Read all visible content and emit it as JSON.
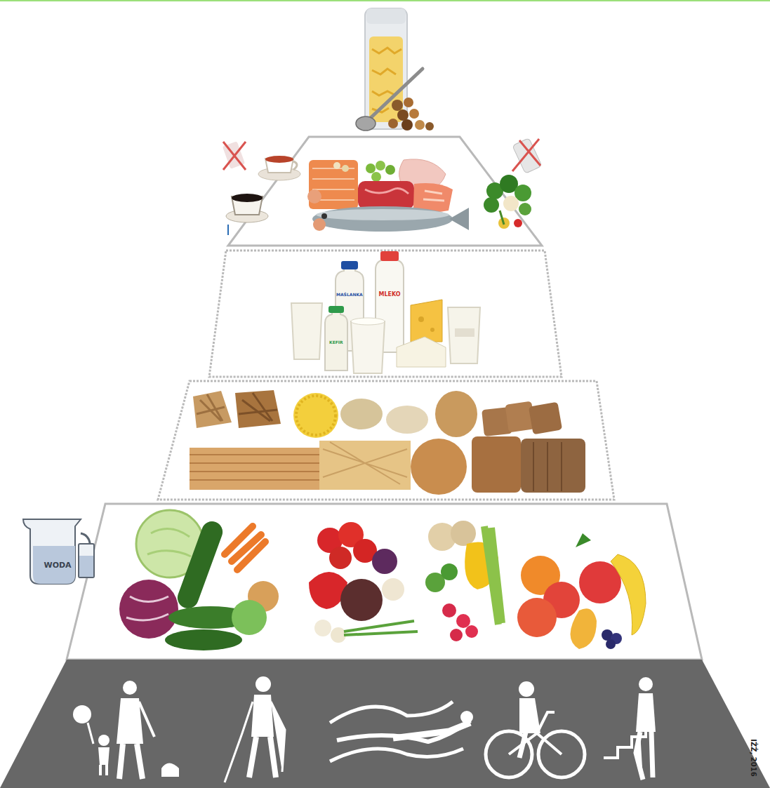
{
  "diagram": {
    "labels": [
      "WODA",
      "MAŚLANKA",
      "MLEKO",
      "KEFIR",
      "IŻŻ, 2016"
    ]
  }
}
